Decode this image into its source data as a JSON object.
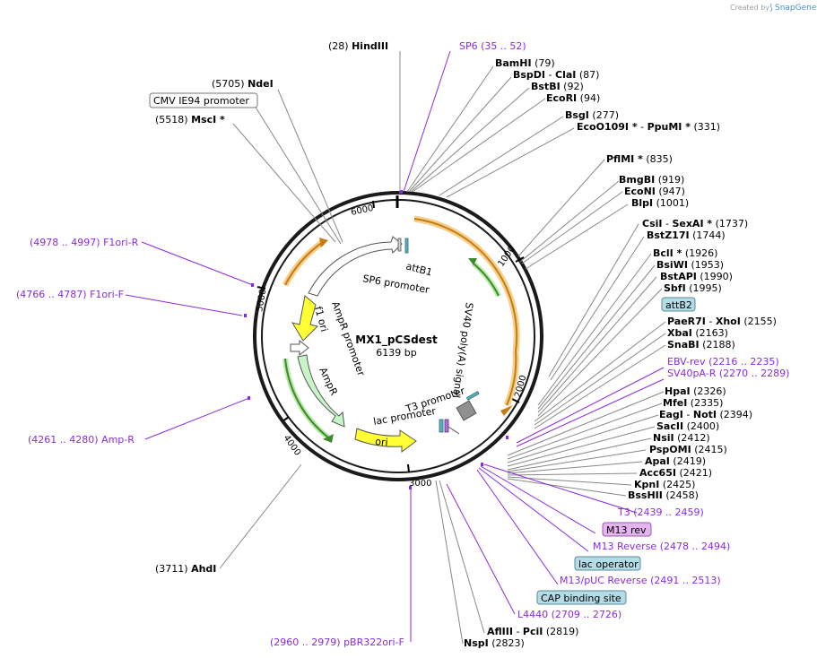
{
  "credit": {
    "prefix": "Created by",
    "brand": "SnapGene"
  },
  "plasmid": {
    "name": "MX1_pCSdest",
    "size_label": "6139 bp",
    "length": 6139
  },
  "ticks": [
    "1000",
    "2000",
    "3000",
    "4000",
    "5000",
    "6000"
  ],
  "enzymes": [
    {
      "name": "HindIII",
      "pos": "(28)"
    },
    {
      "name": "BamHI",
      "pos": "(79)"
    },
    {
      "name": "BspDI",
      "pos": "(87)",
      "extra": "ClaI"
    },
    {
      "name": "BstBI",
      "pos": "(92)"
    },
    {
      "name": "EcoRI",
      "pos": "(94)"
    },
    {
      "name": "BsgI",
      "pos": "(277)"
    },
    {
      "name": "EcoO109I *",
      "pos": "(331)",
      "extra": "PpuMI *"
    },
    {
      "name": "PflMI *",
      "pos": "(835)"
    },
    {
      "name": "BmgBI",
      "pos": "(919)"
    },
    {
      "name": "EcoNI",
      "pos": "(947)"
    },
    {
      "name": "BlpI",
      "pos": "(1001)"
    },
    {
      "name": "CsiI",
      "pos": "(1737)",
      "extra": "SexAI *"
    },
    {
      "name": "BstZ17I",
      "pos": "(1744)"
    },
    {
      "name": "BclI *",
      "pos": "(1926)"
    },
    {
      "name": "BsiWI",
      "pos": "(1953)"
    },
    {
      "name": "BstAPI",
      "pos": "(1990)"
    },
    {
      "name": "SbfI",
      "pos": "(1995)"
    },
    {
      "name": "PaeR7I",
      "pos": "(2155)",
      "extra": "XhoI"
    },
    {
      "name": "XbaI",
      "pos": "(2163)"
    },
    {
      "name": "SnaBI",
      "pos": "(2188)"
    },
    {
      "name": "HpaI",
      "pos": "(2326)"
    },
    {
      "name": "MfeI",
      "pos": "(2335)"
    },
    {
      "name": "EagI",
      "pos": "(2394)",
      "extra": "NotI"
    },
    {
      "name": "SacII",
      "pos": "(2400)"
    },
    {
      "name": "NsiI",
      "pos": "(2412)"
    },
    {
      "name": "PspOMI",
      "pos": "(2415)"
    },
    {
      "name": "ApaI",
      "pos": "(2419)"
    },
    {
      "name": "Acc65I",
      "pos": "(2421)"
    },
    {
      "name": "KpnI",
      "pos": "(2425)"
    },
    {
      "name": "BssHII",
      "pos": "(2458)"
    },
    {
      "name": "AflIII",
      "pos": "(2819)",
      "extra": "PciI"
    },
    {
      "name": "NspI",
      "pos": "(2823)"
    },
    {
      "name": "AhdI",
      "pos": "(3711)"
    },
    {
      "name": "MscI *",
      "pos": "(5518)"
    },
    {
      "name": "NdeI",
      "pos": "(5705)"
    }
  ],
  "primers": [
    {
      "name": "SP6",
      "range": "(35 .. 52)"
    },
    {
      "name": "EBV-rev",
      "range": "(2216 .. 2235)"
    },
    {
      "name": "SV40pA-R",
      "range": "(2270 .. 2289)"
    },
    {
      "name": "T3",
      "range": "(2439 .. 2459)"
    },
    {
      "name": "M13 Reverse",
      "range": "(2478 .. 2494)"
    },
    {
      "name": "M13/pUC Reverse",
      "range": "(2491 .. 2513)"
    },
    {
      "name": "L4440",
      "range": "(2709 .. 2726)"
    },
    {
      "name": "pBR322ori-F",
      "range": "(2960 .. 2979)"
    },
    {
      "name": "Amp-R",
      "range": "(4261 .. 4280)"
    },
    {
      "name": "F1ori-F",
      "range": "(4766 .. 4787)"
    },
    {
      "name": "F1ori-R",
      "range": "(4978 .. 4997)"
    }
  ],
  "boxed_features": {
    "cmv": "CMV IE94 promoter",
    "attb2": "attB2",
    "m13rev": "M13 rev",
    "lacop": "lac operator",
    "cap": "CAP binding site"
  },
  "features": {
    "attb1": "attB1",
    "sp6": "SP6 promoter",
    "ampr_promoter": "AmpR promoter",
    "f1ori": "f1 ori",
    "ampr": "AmpR",
    "ori": "ori",
    "lac": "lac promoter",
    "t3": "T3 promoter",
    "sv40": "SV40 poly(A) signal"
  },
  "colors": {
    "backbone": "#1a1a1a",
    "primer": "#8a2ae0",
    "orange_feature": "#e8a23a",
    "green_feature": "#5aae3c",
    "yellow_feature": "#ffff33",
    "ampr_fill": "#c8f5c8",
    "teal_box": "#b4dce6",
    "pink_box": "#e3b4ee"
  }
}
